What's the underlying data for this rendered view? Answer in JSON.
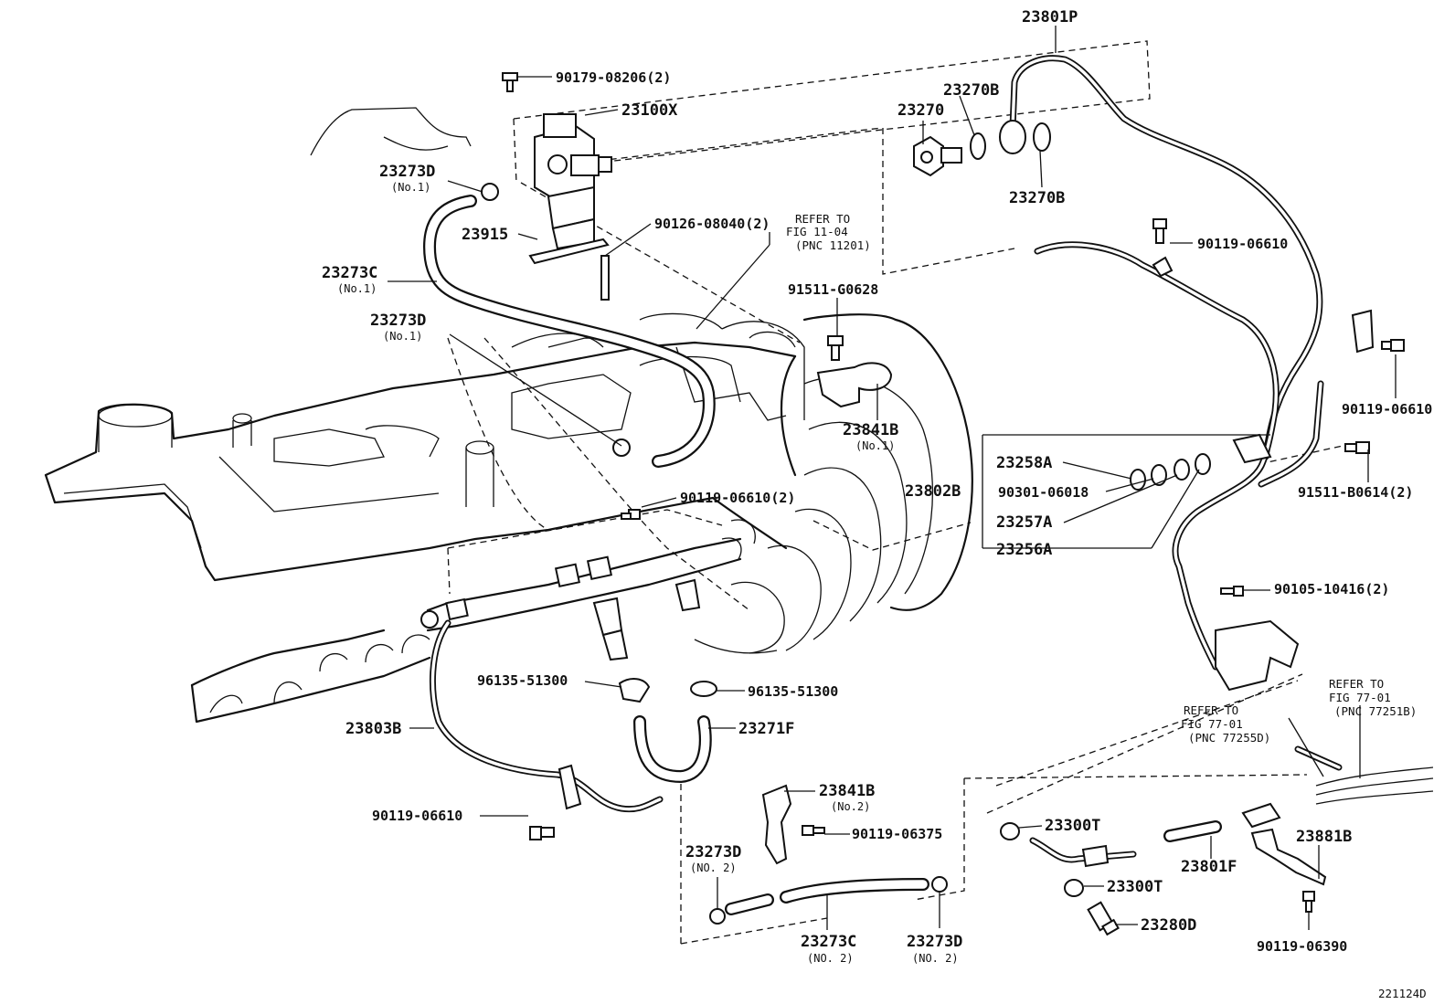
{
  "labels": {
    "p23801P": "23801P",
    "p90179_08206": "90179-08206(2)",
    "p23100X": "23100X",
    "p23270B_top": "23270B",
    "p23270": "23270",
    "p23270B_bot": "23270B",
    "p23273D_no1_a": "23273D",
    "p23273D_no1_a_sub": "(No.1)",
    "p23915": "23915",
    "p90126_08040": "90126-08040(2)",
    "p90119_06610_r1": "90119-06610",
    "p23273C_no1": "23273C",
    "p23273C_no1_sub": "(No.1)",
    "p91511_G0628": "91511-G0628",
    "p23273D_no1_b": "23273D",
    "p23273D_no1_b_sub": "(No.1)",
    "p90119_06610_r2": "90119-06610",
    "p23841B_no1": "23841B",
    "p23841B_no1_sub": "(No.1)",
    "p23258A": "23258A",
    "p23802B": "23802B",
    "p90301_06018": "90301-06018",
    "p23257A": "23257A",
    "p23256A": "23256A",
    "p91511_B0614": "91511-B0614(2)",
    "p90119_06610_2": "90119-06610(2)",
    "p90105_10416": "90105-10416(2)",
    "p96135_51300_a": "96135-51300",
    "p96135_51300_b": "96135-51300",
    "p23803B": "23803B",
    "p23271F": "23271F",
    "p90119_06610_l": "90119-06610",
    "p23841B_no2": "23841B",
    "p23841B_no2_sub": "(No.2)",
    "p90119_06375": "90119-06375",
    "p23273D_no2_a": "23273D",
    "p23273D_no2_a_sub": "(NO. 2)",
    "p23273C_no2": "23273C",
    "p23273C_no2_sub": "(NO. 2)",
    "p23273D_no2_b": "23273D",
    "p23273D_no2_b_sub": "(NO. 2)",
    "p23300T_a": "23300T",
    "p23300T_b": "23300T",
    "p23801F": "23801F",
    "p23881B": "23881B",
    "p23280D": "23280D",
    "p90119_06390": "90119-06390",
    "figure_id": "221124D"
  },
  "refs": {
    "fig11": [
      "REFER TO",
      "FIG 11-04",
      "(PNC 11201)"
    ],
    "fig77a": [
      "REFER TO",
      "FIG 77-01",
      "(PNC 77255D)"
    ],
    "fig77b": [
      "REFER TO",
      "FIG 77-01",
      "(PNC 77251B)"
    ]
  }
}
